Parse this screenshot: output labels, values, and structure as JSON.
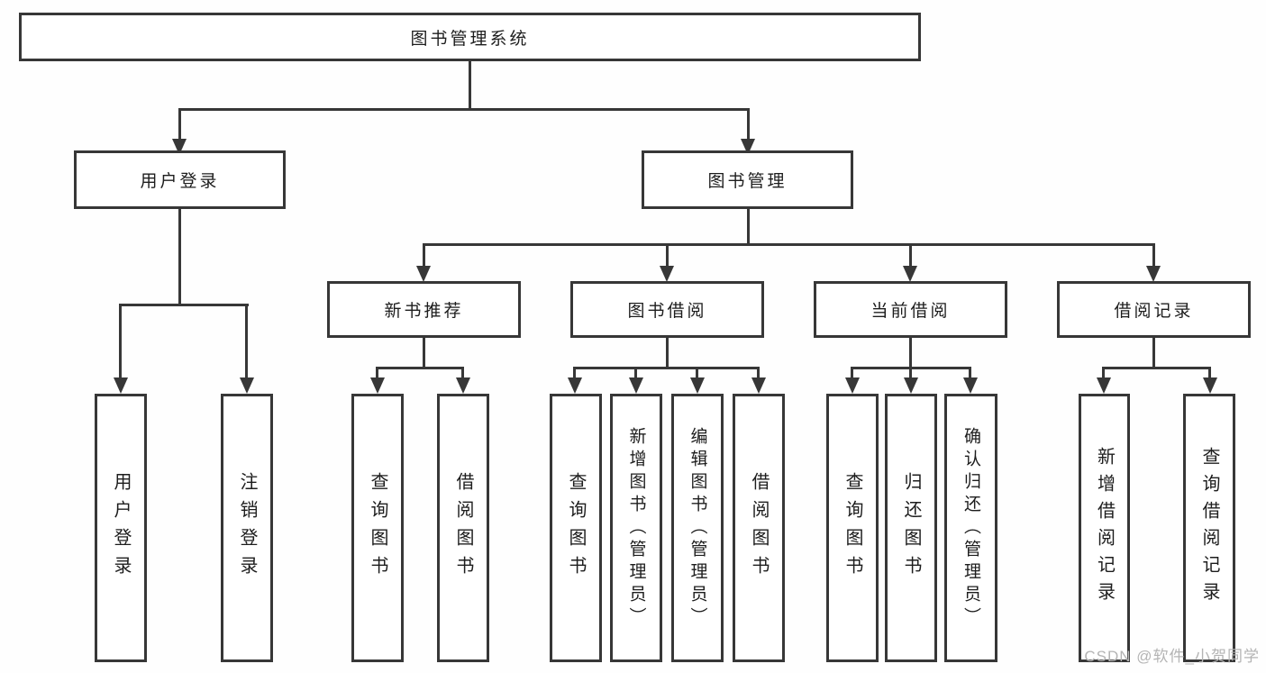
{
  "diagram": {
    "title": "图书管理系统",
    "branches": [
      {
        "label": "用户登录",
        "children": [
          "用户登录",
          "注销登录"
        ]
      },
      {
        "label": "图书管理",
        "children": [
          {
            "label": "新书推荐",
            "children": [
              "查询图书",
              "借阅图书"
            ]
          },
          {
            "label": "图书借阅",
            "children": [
              "查询图书",
              "新增图书（管理员）",
              "编辑图书（管理员）",
              "借阅图书"
            ]
          },
          {
            "label": "当前借阅",
            "children": [
              "查询图书",
              "归还图书",
              "确认归还（管理员）"
            ]
          },
          {
            "label": "借阅记录",
            "children": [
              "新增借阅记录",
              "查询借阅记录"
            ]
          }
        ]
      }
    ]
  },
  "watermark": "CSDN @软件_小贺同学",
  "colors": {
    "line": "#373737",
    "text": "#1d1d1d",
    "watermark": "#b4b4b4",
    "background": "#fefefe"
  }
}
